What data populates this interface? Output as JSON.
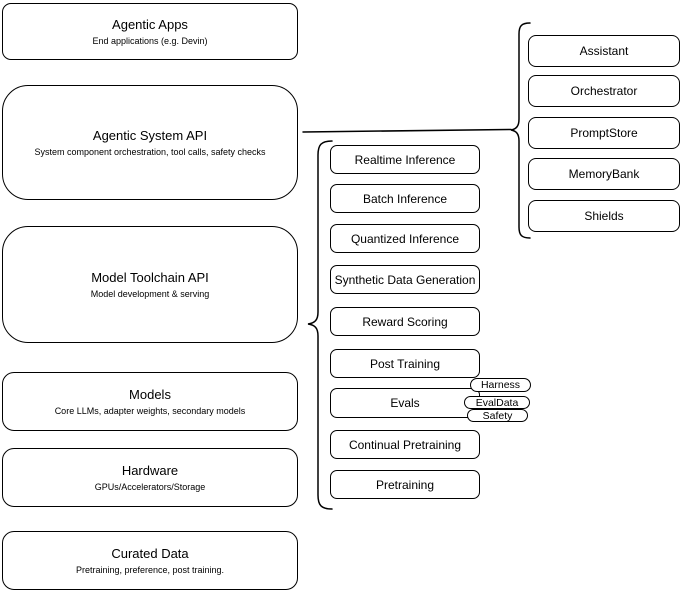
{
  "diagram": {
    "stack": [
      {
        "title": "Agentic Apps",
        "subtitle": "End applications (e.g. Devin)"
      },
      {
        "title": "Agentic System API",
        "subtitle": "System component orchestration, tool calls, safety checks"
      },
      {
        "title": "Model Toolchain API",
        "subtitle": "Model development & serving"
      },
      {
        "title": "Models",
        "subtitle": "Core LLMs, adapter weights, secondary models"
      },
      {
        "title": "Hardware",
        "subtitle": "GPUs/Accelerators/Storage"
      },
      {
        "title": "Curated Data",
        "subtitle": "Pretraining, preference, post training."
      }
    ],
    "toolchain_items": [
      {
        "label": "Realtime Inference"
      },
      {
        "label": "Batch Inference"
      },
      {
        "label": "Quantized Inference"
      },
      {
        "label": "Synthetic Data Generation"
      },
      {
        "label": "Reward Scoring"
      },
      {
        "label": "Post Training"
      },
      {
        "label": "Evals"
      },
      {
        "label": "Continual Pretraining"
      },
      {
        "label": "Pretraining"
      }
    ],
    "eval_tags": [
      {
        "label": "Harness"
      },
      {
        "label": "EvalData"
      },
      {
        "label": "Safety"
      }
    ],
    "system_items": [
      {
        "label": "Assistant"
      },
      {
        "label": "Orchestrator"
      },
      {
        "label": "PromptStore"
      },
      {
        "label": "MemoryBank"
      },
      {
        "label": "Shields"
      }
    ],
    "colors": {
      "stroke": "#000000",
      "background": "#ffffff",
      "text": "#000000"
    }
  }
}
